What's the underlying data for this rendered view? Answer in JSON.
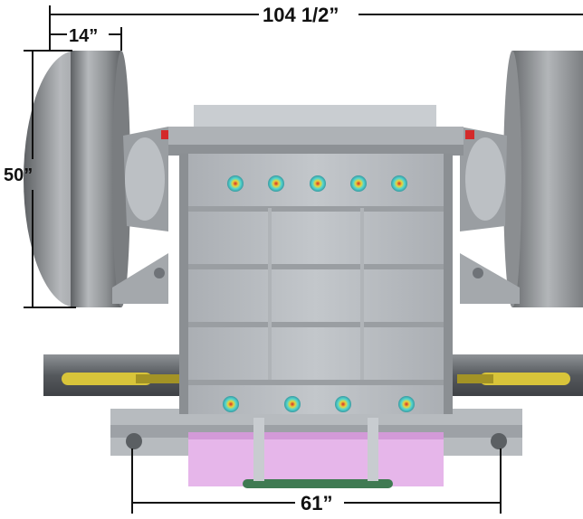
{
  "dimensions": {
    "overall_width": "104 1/2”",
    "wheel_width": "14”",
    "wheel_height": "50”",
    "base_width": "61”"
  },
  "colors": {
    "dimension_line": "#111111",
    "body_gray": "#b4b8bd",
    "dark_gray": "#6f7378",
    "wheel_gray": "#8a8d90",
    "frame_yellow": "#d8c43a",
    "liner_pink": "#e6b6ea",
    "accent_red": "#d42a2a",
    "bolt_cyan": "#52d6d0"
  }
}
